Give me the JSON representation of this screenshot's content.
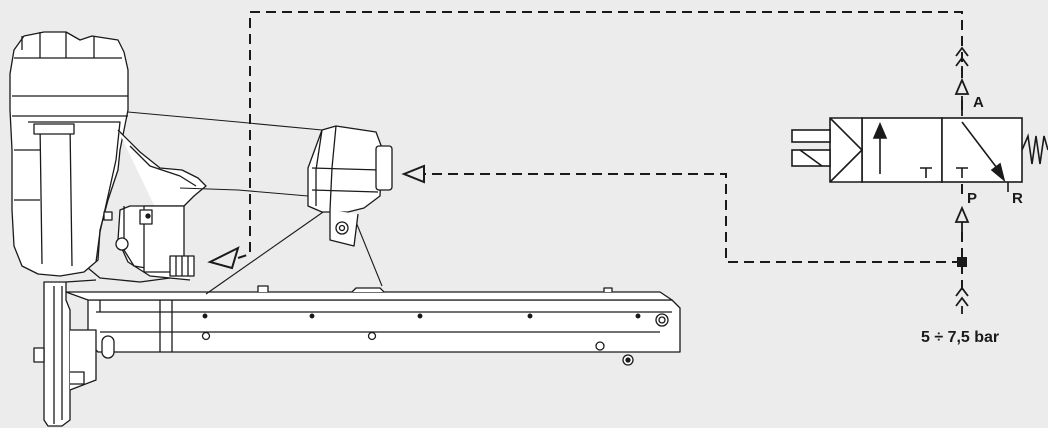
{
  "diagram": {
    "colors": {
      "background": "#ececec",
      "line": "#1a1a1a",
      "fill": "#ffffff"
    },
    "valve_ports": {
      "a": "A",
      "p": "P",
      "r": "R"
    },
    "supply_pressure": "5 ÷ 7,5 bar",
    "icons": [
      "nailer-tool-drawing",
      "pneumatic-valve-symbol",
      "quick-coupling-icon",
      "flow-arrow-icon",
      "junction-dot-icon"
    ]
  }
}
